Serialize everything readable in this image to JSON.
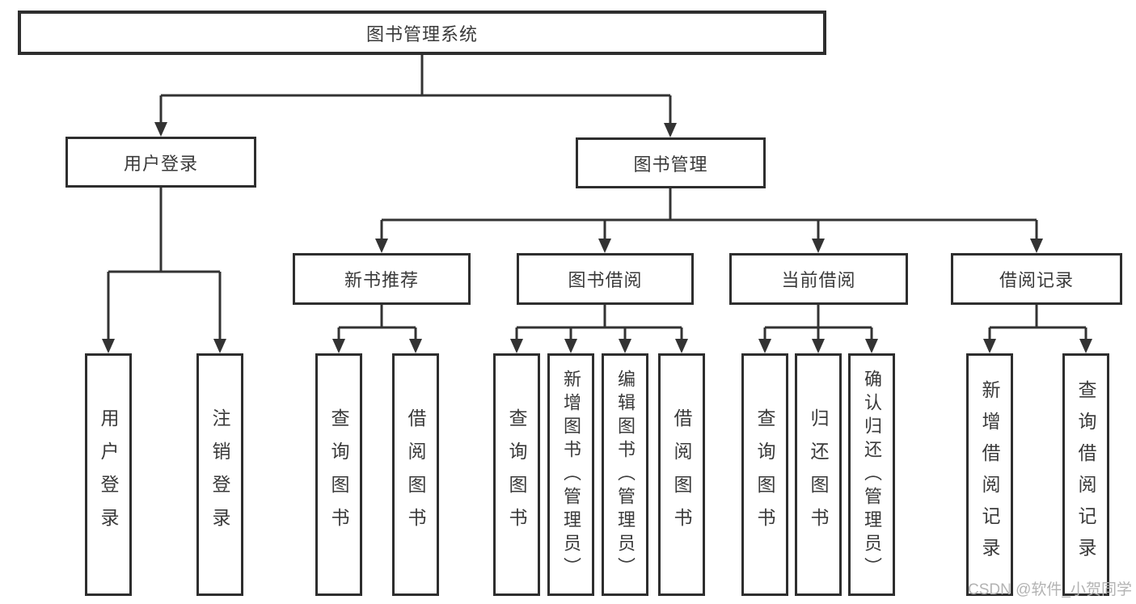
{
  "title": "图书管理系统",
  "level2": {
    "user_login": "用户登录",
    "book_mgmt": "图书管理"
  },
  "level3": {
    "new_book": "新书推荐",
    "book_borrow": "图书借阅",
    "current_borrow": "当前借阅",
    "borrow_record": "借阅记录"
  },
  "leaves": {
    "user_login": [
      "用户登录",
      "注销登录"
    ],
    "new_book": [
      "查询图书",
      "借阅图书"
    ],
    "book_borrow": [
      "查询图书",
      "新增图书（管理员）",
      "编辑图书（管理员）",
      "借阅图书"
    ],
    "current_borrow": [
      "查询图书",
      "归还图书",
      "确认归还（管理员）"
    ],
    "borrow_record": [
      "新增借阅记录",
      "查询借阅记录"
    ]
  },
  "watermark": "CSDN @软件_小贺同学",
  "colors": {
    "line": "#333333",
    "box_border": "#2e2e2e",
    "text": "#3a3a3a",
    "watermark": "#b3b3b3",
    "background": "#ffffff"
  }
}
